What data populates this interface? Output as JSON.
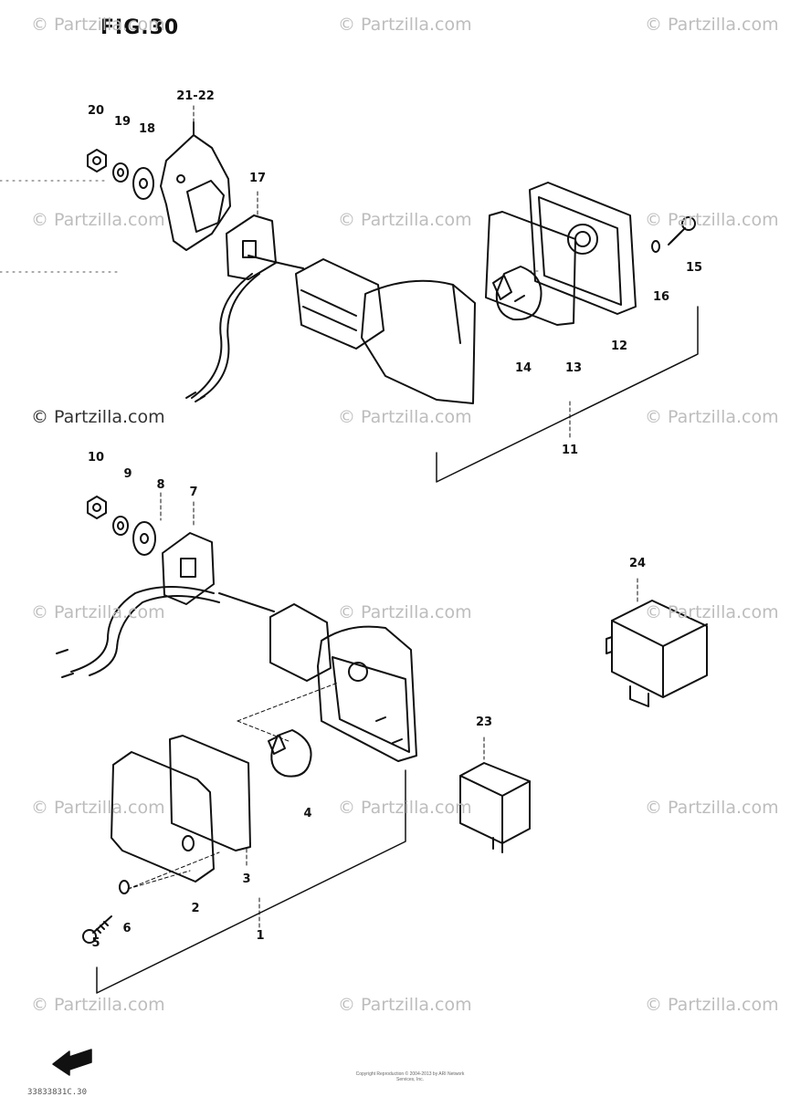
{
  "figure_title": "FIG.30",
  "watermark": "© Partzilla.com",
  "watermark_dark": "© Partzilla.com",
  "labels": {
    "p1": "1",
    "p2": "2",
    "p3": "3",
    "p4": "4",
    "p5": "5",
    "p6": "6",
    "p7": "7",
    "p8": "8",
    "p9": "9",
    "p10": "10",
    "p11": "11",
    "p12": "12",
    "p13": "13",
    "p14": "14",
    "p15": "15",
    "p16": "16",
    "p17": "17",
    "p18": "18",
    "p19": "19",
    "p20": "20",
    "p21_22": "21-22",
    "p23": "23",
    "p24": "24"
  },
  "footer_note": "Copyright Reproduction © 2004-2013 by ARI Network Services, Inc.",
  "footer_code": "33833831C.30"
}
